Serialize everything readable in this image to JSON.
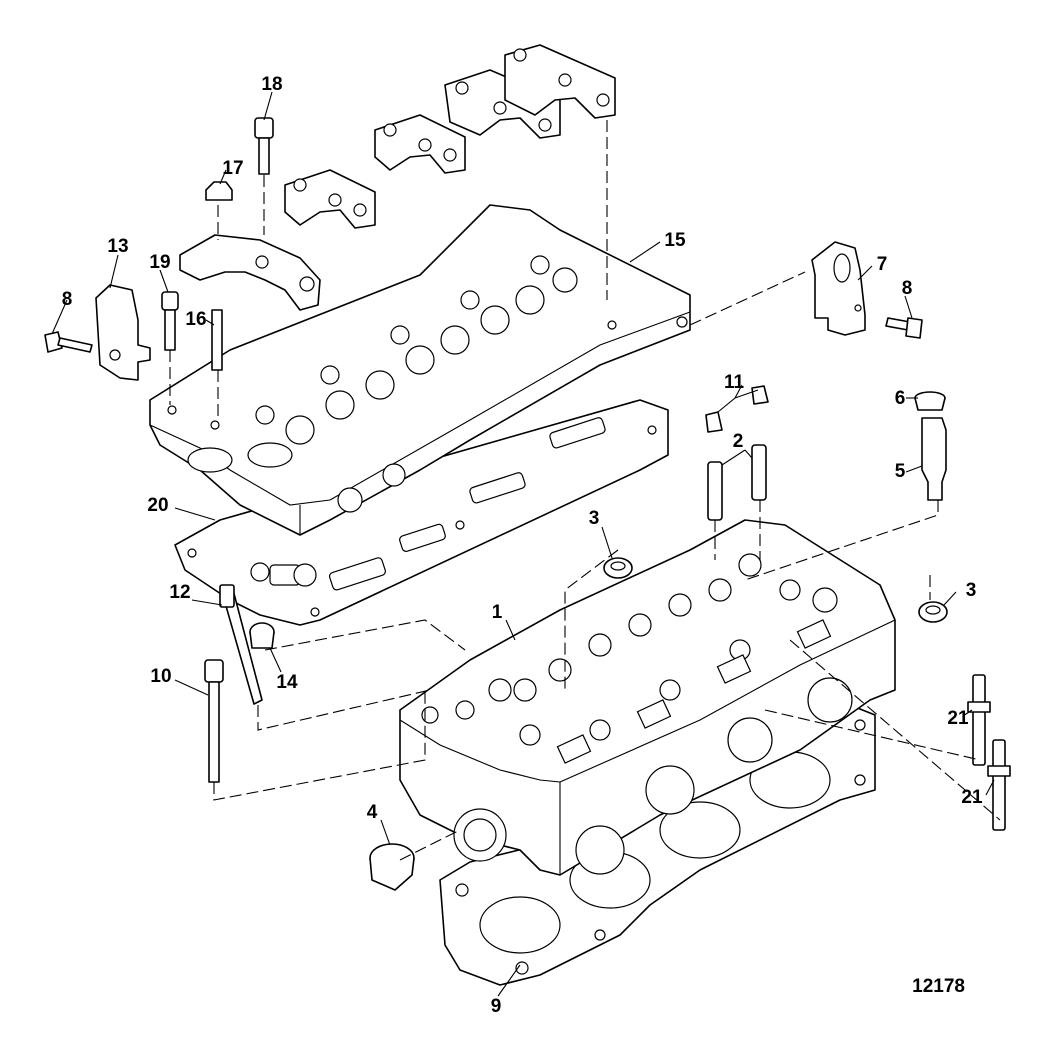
{
  "figure_id": "12178",
  "callouts": [
    {
      "label": "18"
    },
    {
      "label": "17"
    },
    {
      "label": "13"
    },
    {
      "label": "19"
    },
    {
      "label": "8"
    },
    {
      "label": "16"
    },
    {
      "label": "15"
    },
    {
      "label": "7"
    },
    {
      "label": "8"
    },
    {
      "label": "11"
    },
    {
      "label": "6"
    },
    {
      "label": "2"
    },
    {
      "label": "5"
    },
    {
      "label": "20"
    },
    {
      "label": "3"
    },
    {
      "label": "3"
    },
    {
      "label": "12"
    },
    {
      "label": "1"
    },
    {
      "label": "14"
    },
    {
      "label": "10"
    },
    {
      "label": "21"
    },
    {
      "label": "4"
    },
    {
      "label": "21"
    },
    {
      "label": "9"
    }
  ]
}
